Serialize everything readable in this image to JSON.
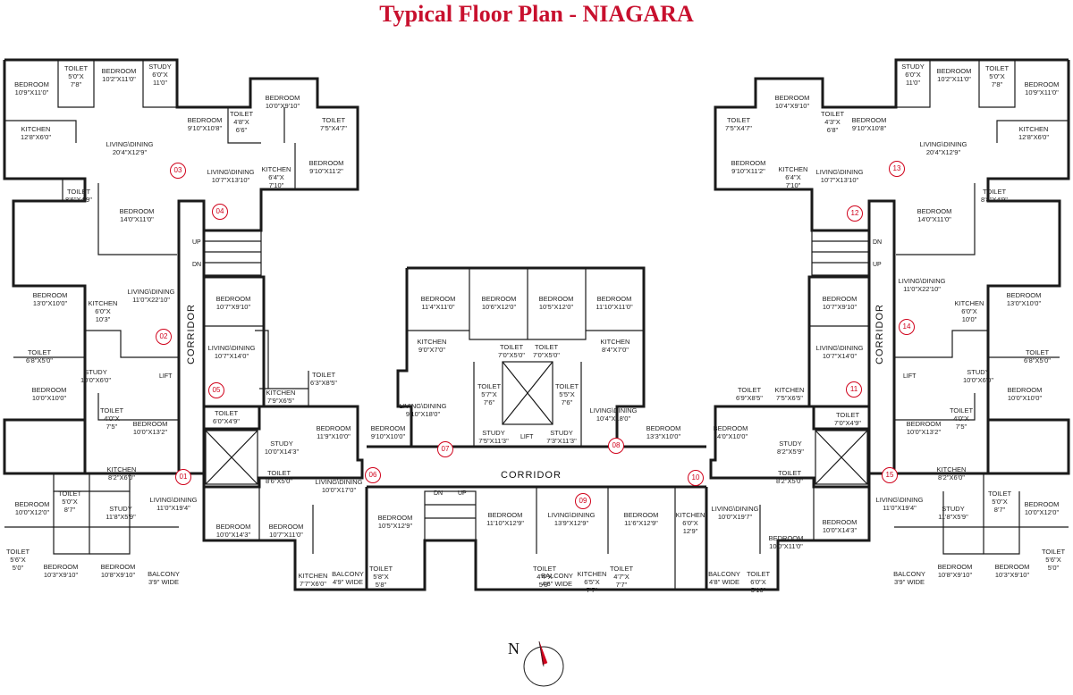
{
  "title": "Typical Floor Plan - NIAGARA",
  "compass": {
    "label": "N",
    "color": "#d0021b"
  },
  "colors": {
    "title": "#c8102e",
    "unit_marker": "#d0021b",
    "wall": "#1a1a1a"
  },
  "corridor_label": "CORRIDOR",
  "stairs": {
    "up": "UP",
    "dn": "DN"
  },
  "lift_label": "LIFT",
  "units": [
    "01",
    "02",
    "03",
    "04",
    "05",
    "06",
    "07",
    "08",
    "09",
    "10",
    "11",
    "12",
    "13",
    "14",
    "15"
  ],
  "rooms": [
    "BEDROOM\n10'9\"X11'0\"",
    "TOILET\n5'0\"X\n7'8\"",
    "BEDROOM\n10'2\"X11'0\"",
    "STUDY\n6'0\"X\n11'0\"",
    "KITCHEN\n12'8\"X6'0\"",
    "LIVING\\DINING\n20'4\"X12'9\"",
    "TOILET\n8'6\"X4'9\"",
    "BEDROOM\n14'0\"X11'0\"",
    "BEDROOM\n13'0\"X10'0\"",
    "KITCHEN\n6'0\"X\n10'3\"",
    "LIVING\\DINING\n11'0\"X22'10\"",
    "TOILET\n6'8\"X5'0\"",
    "STUDY\n10'0\"X6'0\"",
    "BEDROOM\n10'0\"X10'0\"",
    "TOILET\n4'0\"X\n7'5\"",
    "BEDROOM\n10'0\"X13'2\"",
    "KITCHEN\n8'2\"X6'0\"",
    "LIVING\\DINING\n11'0\"X19'4\"",
    "BEDROOM\n10'0\"X12'0\"",
    "TOILET\n5'0\"X\n8'7\"",
    "STUDY\n11'8\"X5'9\"",
    "TOILET\n5'6\"X\n5'0\"",
    "BEDROOM\n10'3\"X9'10\"",
    "BEDROOM\n10'8\"X9'10\"",
    "BALCONY\n3'9\" WIDE",
    "BEDROOM\n9'10\"X10'8\"",
    "TOILET\n4'8\"X\n6'6\"",
    "BEDROOM\n10'0\"X9'10\"",
    "TOILET\n7'5\"X4'7\"",
    "BEDROOM\n9'10\"X11'2\"",
    "LIVING\\DINING\n10'7\"X13'10\"",
    "KITCHEN\n6'4\"X\n7'10\"",
    "BEDROOM\n10'7\"X9'10\"",
    "LIVING\\DINING\n10'7\"X14'0\"",
    "KITCHEN\n7'9\"X6'5\"",
    "TOILET\n6'3\"X8'5\"",
    "TOILET\n6'0\"X4'9\"",
    "BEDROOM\n11'9\"X10'0\"",
    "STUDY\n10'0\"X14'3\"",
    "TOILET\n8'6\"X5'0\"",
    "BEDROOM\n10'0\"X14'3\"",
    "BEDROOM\n10'7\"X11'0\"",
    "LIVING\\DINING\n10'0\"X17'0\"",
    "KITCHEN\n7'7\"X6'0\"",
    "BALCONY\n4'9\" WIDE",
    "TOILET\n5'8\"X\n5'8\"",
    "BEDROOM\n10'5\"X12'9\"",
    "BEDROOM\n9'10\"X10'0\"",
    "LIVING\\DINING\n9'10\"X18'0\"",
    "BEDROOM\n11'4\"X11'0\"",
    "KITCHEN\n9'0\"X7'0\"",
    "BEDROOM\n10'6\"X12'0\"",
    "BEDROOM\n10'5\"X12'0\"",
    "BEDROOM\n11'10\"X11'0\"",
    "TOILET\n7'0\"X5'0\"",
    "TOILET\n7'0\"X5'0\"",
    "TOILET\n5'7\"X\n7'6\"",
    "TOILET\n5'5\"X\n7'6\"",
    "KITCHEN\n8'4\"X7'0\"",
    "STUDY\n7'5\"X11'3\"",
    "STUDY\n7'3\"X11'3\"",
    "LIVING\\DINING\n10'4\"X18'0\"",
    "BEDROOM\n13'3\"X10'0\"",
    "BEDROOM\n14'0\"X10'0\"",
    "BEDROOM\n11'10\"X12'9\"",
    "LIVING\\DINING\n13'9\"X12'9\"",
    "BEDROOM\n11'6\"X12'9\"",
    "TOILET\n4'4\"X\n5'8\"",
    "BALCONY\n4'6\" WIDE",
    "KITCHEN\n6'5\"X\n7'7\"",
    "TOILET\n4'7\"X\n7'7\"",
    "KITCHEN\n6'0\"X\n12'9\"",
    "LIVING\\DINING\n10'0\"X19'7\"",
    "BEDROOM\n10'0\"X11'0\"",
    "BEDROOM\n10'0\"X14'3\"",
    "BALCONY\n4'8\" WIDE",
    "TOILET\n6'0\"X\n5'10\"",
    "TOILET\n6'9\"X8'5\"",
    "KITCHEN\n7'5\"X6'5\"",
    "STUDY\n8'2\"X5'9\"",
    "TOILET\n8'2\"X5'0\"",
    "TOILET\n7'0\"X4'9\"",
    "LIVING\\DINING\n10'7\"X14'0\"",
    "BEDROOM\n10'7\"X9'10\"",
    "BEDROOM\n10'4\"X9'10\"",
    "TOILET\n4'3\"X\n6'8\"",
    "BEDROOM\n9'10\"X10'8\"",
    "TOILET\n7'5\"X4'7\"",
    "BEDROOM\n9'10\"X11'2\"",
    "KITCHEN\n6'4\"X\n7'10\"",
    "LIVING\\DINING\n10'7\"X13'10\"",
    "STUDY\n6'0\"X\n11'0\"",
    "BEDROOM\n10'2\"X11'0\"",
    "TOILET\n5'0\"X\n7'8\"",
    "BEDROOM\n10'9\"X11'0\"",
    "KITCHEN\n12'8\"X6'0\"",
    "LIVING\\DINING\n20'4\"X12'9\"",
    "TOILET\n8'8\"X4'9\"",
    "BEDROOM\n14'0\"X11'0\"",
    "LIVING\\DINING\n11'0\"X22'10\"",
    "KITCHEN\n6'0\"X\n10'0\"",
    "BEDROOM\n13'0\"X10'0\"",
    "TOILET\n6'8\"X5'0\"",
    "STUDY\n10'0\"X6'0\"",
    "BEDROOM\n10'0\"X10'0\"",
    "TOILET\n4'0\"X\n7'5\"",
    "BEDROOM\n10'0\"X13'2\"",
    "KITCHEN\n8'2\"X6'0\"",
    "LIVING\\DINING\n11'0\"X19'4\"",
    "TOILET\n5'0\"X\n8'7\"",
    "BEDROOM\n10'0\"X12'0\"",
    "STUDY\n11'8\"X5'9\"",
    "TOILET\n5'6\"X\n5'0\"",
    "BEDROOM\n10'8\"X9'10\"",
    "BEDROOM\n10'3\"X9'10\"",
    "BALCONY\n3'9\" WIDE"
  ]
}
